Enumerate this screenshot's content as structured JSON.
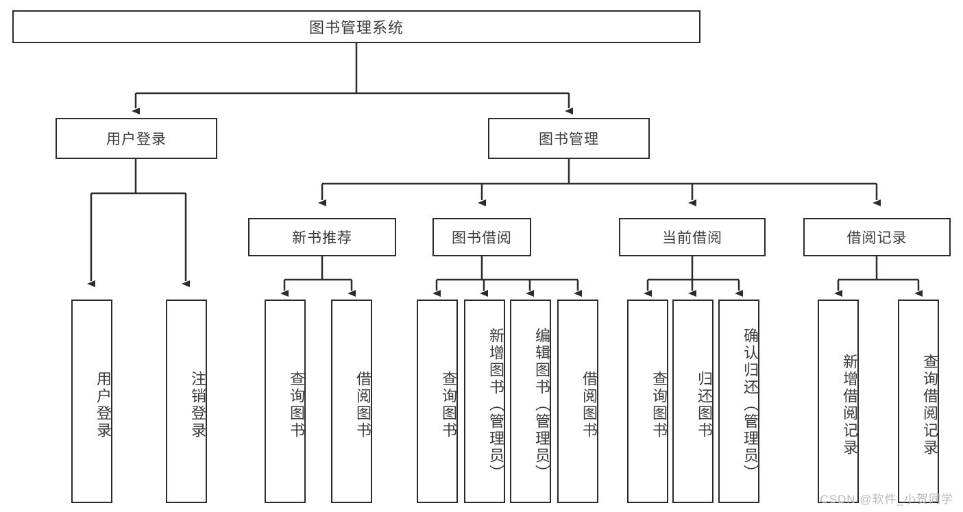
{
  "diagram": {
    "title": "图书管理系统",
    "watermark": "CSDN @软件_小贺同学",
    "colors": {
      "stroke": "#2b2b2b",
      "text": "#3a3a3a",
      "background": "#ffffff",
      "watermark": "#b9b9b9"
    },
    "levels": {
      "root": {
        "label": "图书管理系统"
      },
      "level2": [
        {
          "label": "用户登录"
        },
        {
          "label": "图书管理"
        }
      ],
      "level3": [
        {
          "label": "新书推荐"
        },
        {
          "label": "图书借阅"
        },
        {
          "label": "当前借阅"
        },
        {
          "label": "借阅记录"
        }
      ],
      "leaves": [
        {
          "label": "用户登录",
          "parent": "用户登录"
        },
        {
          "label": "注销登录",
          "parent": "用户登录"
        },
        {
          "label": "查询图书",
          "parent": "新书推荐"
        },
        {
          "label": "借阅图书",
          "parent": "新书推荐"
        },
        {
          "label": "查询图书",
          "parent": "图书借阅"
        },
        {
          "label": "新增图书（管理员）",
          "parent": "图书借阅"
        },
        {
          "label": "编辑图书（管理员）",
          "parent": "图书借阅"
        },
        {
          "label": "借阅图书",
          "parent": "图书借阅"
        },
        {
          "label": "查询图书",
          "parent": "当前借阅"
        },
        {
          "label": "归还图书",
          "parent": "当前借阅"
        },
        {
          "label": "确认归还（管理员）",
          "parent": "当前借阅"
        },
        {
          "label": "新增借阅记录",
          "parent": "借阅记录"
        },
        {
          "label": "查询借阅记录",
          "parent": "借阅记录"
        }
      ]
    }
  }
}
